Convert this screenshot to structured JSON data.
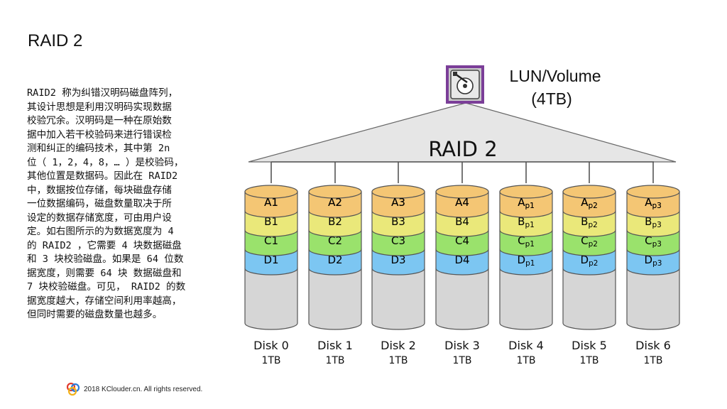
{
  "title": "RAID 2",
  "description_lines": [
    "RAID2 称为纠错汉明码磁盘阵列，",
    "其设计思想是利用汉明码实现数据",
    "校验冗余。汉明码是一种在原始数",
    "据中加入若干校验码来进行错误检",
    "测和纠正的编码技术，其中第 2n",
    "位（ 1，2，4，8，… ）是校验码，",
    "其他位置是数据码。因此在 RAID2",
    "中，数据按位存储，每块磁盘存储",
    "一位数据编码，磁盘数量取决于所",
    "设定的数据存储宽度，可由用户设",
    "定。如右图所示的为数据宽度为 4",
    "的 RAID2 ，它需要 4 块数据磁盘",
    "和 3 块校验磁盘。如果是 64 位数",
    "据宽度，则需要 64 块 数据磁盘和",
    "7 块校验磁盘。可见， RAID2 的数",
    "据宽度越大，存储空间利用率越高，",
    "但同时需要的磁盘数量也越多。"
  ],
  "diagram": {
    "lun_label_line1": "LUN/Volume",
    "lun_label_line2": "(4TB)",
    "array_label": "RAID 2",
    "lun_icon": "hard-disk-icon",
    "disks": [
      {
        "name": "Disk 0",
        "capacity": "1TB",
        "blocks": [
          [
            "A1",
            ""
          ],
          [
            "B1",
            ""
          ],
          [
            "C1",
            ""
          ],
          [
            "D1",
            ""
          ]
        ]
      },
      {
        "name": "Disk 1",
        "capacity": "1TB",
        "blocks": [
          [
            "A2",
            ""
          ],
          [
            "B2",
            ""
          ],
          [
            "C2",
            ""
          ],
          [
            "D2",
            ""
          ]
        ]
      },
      {
        "name": "Disk 2",
        "capacity": "1TB",
        "blocks": [
          [
            "A3",
            ""
          ],
          [
            "B3",
            ""
          ],
          [
            "C3",
            ""
          ],
          [
            "D3",
            ""
          ]
        ]
      },
      {
        "name": "Disk 3",
        "capacity": "1TB",
        "blocks": [
          [
            "A4",
            ""
          ],
          [
            "B4",
            ""
          ],
          [
            "C4",
            ""
          ],
          [
            "D4",
            ""
          ]
        ]
      },
      {
        "name": "Disk 4",
        "capacity": "1TB",
        "blocks": [
          [
            "A",
            "p1"
          ],
          [
            "B",
            "p1"
          ],
          [
            "C",
            "p1"
          ],
          [
            "D",
            "p1"
          ]
        ]
      },
      {
        "name": "Disk 5",
        "capacity": "1TB",
        "blocks": [
          [
            "A",
            "p2"
          ],
          [
            "B",
            "p2"
          ],
          [
            "C",
            "p2"
          ],
          [
            "D",
            "p2"
          ]
        ]
      },
      {
        "name": "Disk 6",
        "capacity": "1TB",
        "blocks": [
          [
            "A",
            "p3"
          ],
          [
            "B",
            "p3"
          ],
          [
            "C",
            "p3"
          ],
          [
            "D",
            "p3"
          ]
        ]
      }
    ],
    "colors": {
      "row_a": "#F4C674",
      "row_b": "#EAE87A",
      "row_c": "#9AE26C",
      "row_d": "#7CC6F2",
      "disk_body": "#D6D6D6",
      "lun_icon_border": "#7B3E98",
      "triangle_fill": "#E6E6E6"
    }
  },
  "footer": {
    "text": "2018 KClouder.cn. All rights reserved.",
    "logo": "kclouder-logo-icon"
  }
}
